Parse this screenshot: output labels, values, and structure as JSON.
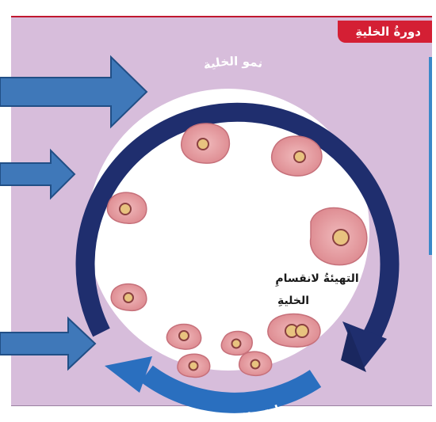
{
  "header": {
    "title": "دورةُ الخليةِ"
  },
  "diagram": {
    "arc_top_label": "نمو الخلية",
    "arc_bottom_label": "انقسامُ الخليةِ",
    "inner_label_line1": "التهيئةُ لانقسامِ",
    "inner_label_line2": "الخليةِ"
  },
  "colors": {
    "panel_bg": "#d7bddb",
    "title_tab": "#d41f34",
    "arc_navy": "#1f2e6e",
    "arc_blue": "#2a6fbf",
    "arrow_fill": "#3f78b9",
    "cell_fill": "#e9a2a5",
    "nucleus_fill": "#e8c37f"
  }
}
